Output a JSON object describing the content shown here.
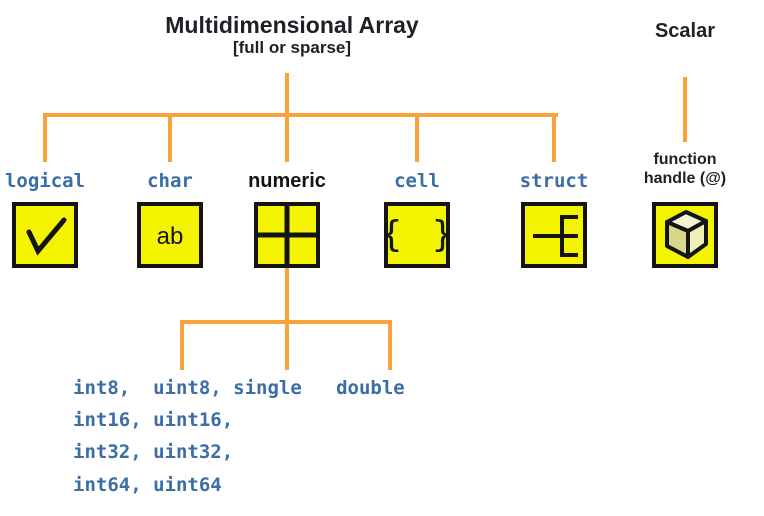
{
  "colors": {
    "orange": "#F9A13A",
    "blue": "#3A6EA5",
    "yellow": "#F4F400",
    "text_dark": "#1F1F26",
    "cube_top": "#F5F5CE",
    "cube_left": "#D8D88C",
    "cube_right": "#EFEFB8"
  },
  "root": {
    "title": "Multidimensional Array",
    "subtitle": "[full or sparse]"
  },
  "scalar": {
    "title": "Scalar",
    "child_label_line1": "function",
    "child_label_line2": "handle (@)",
    "icon": "cube-icon"
  },
  "types": [
    {
      "label": "logical",
      "icon": "checkmark-icon"
    },
    {
      "label": "char",
      "icon": "ab-icon",
      "icon_text": "ab"
    },
    {
      "label": "numeric",
      "icon": "grid-icon"
    },
    {
      "label": "cell",
      "icon": "braces-icon",
      "icon_text": "{ }"
    },
    {
      "label": "struct",
      "icon": "struct-tree-icon"
    }
  ],
  "numeric_children": {
    "line1": "int8,  uint8, single   double",
    "line2": "int16, uint16,",
    "line3": "int32, uint32,",
    "line4": "int64, uint64"
  }
}
